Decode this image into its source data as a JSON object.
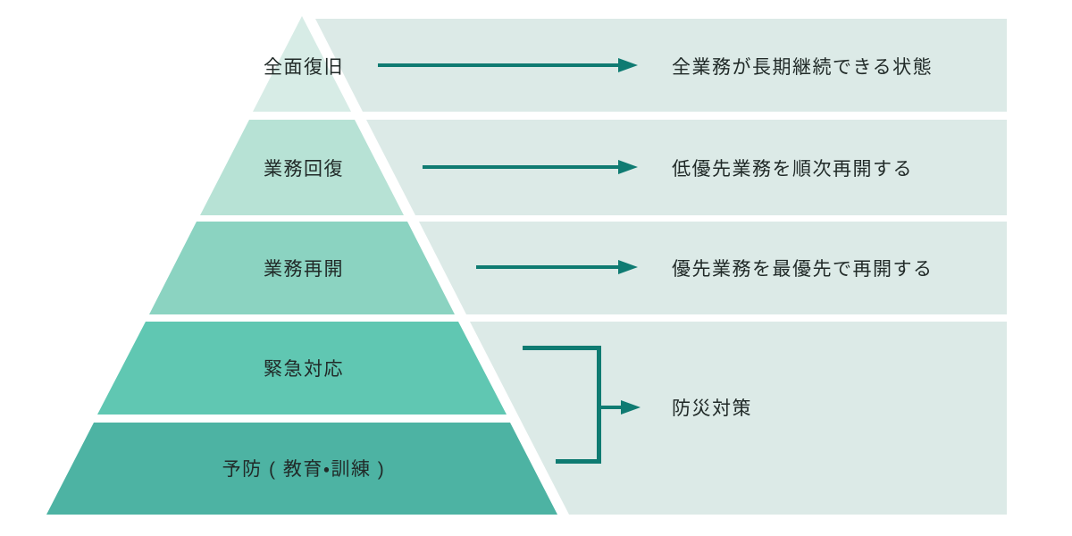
{
  "diagram": {
    "type": "pyramid",
    "subject": "BCP recovery stages pyramid",
    "levels": [
      {
        "label": "全面復旧",
        "description": "全業務が長期継続できる状態"
      },
      {
        "label": "業務回復",
        "description": "低優先業務を順次再開する"
      },
      {
        "label": "業務再開",
        "description": "優先業務を最優先で再開する"
      },
      {
        "label": "緊急対応",
        "description": ""
      },
      {
        "label": "予防 ( 教育・訓練 )",
        "description": ""
      }
    ],
    "group": {
      "member_levels": [
        "緊急対応",
        "予防 ( 教育・訓練 )"
      ],
      "description": "防災対策"
    },
    "colors": {
      "level_fills": [
        "#d7ece6",
        "#b7e2d5",
        "#8bd3c1",
        "#60c7b2",
        "#4db3a3"
      ],
      "band_fill": "#dceae7",
      "arrow": "#0f7b72",
      "text": "#212a28",
      "background": "#ffffff"
    }
  }
}
